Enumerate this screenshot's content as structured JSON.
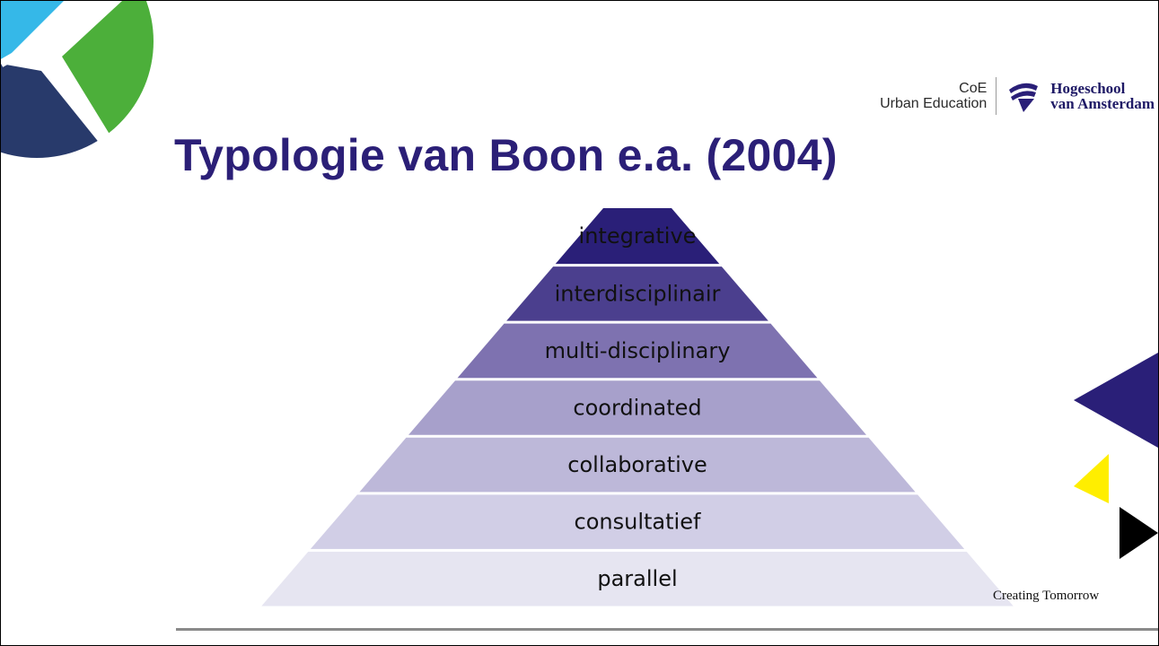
{
  "logo": {
    "coe_line1": "CoE",
    "coe_line2": "Urban Education",
    "hva_line1": "Hogeschool",
    "hva_line2": "van Amsterdam"
  },
  "title": "Typologie van Boon e.a. (2004)",
  "tagline": "Creating Tomorrow",
  "pyramid": {
    "layers": [
      {
        "label": "integrative",
        "color": "#2a1f78"
      },
      {
        "label": "interdisciplinair",
        "color": "#4b3f8e"
      },
      {
        "label": "multi-disciplinary",
        "color": "#7e72b0"
      },
      {
        "label": "coordinated",
        "color": "#a7a0cb"
      },
      {
        "label": "collaborative",
        "color": "#bdb8d9"
      },
      {
        "label": "consultatief",
        "color": "#d1cee6"
      },
      {
        "label": "parallel",
        "color": "#e6e5f1"
      }
    ]
  },
  "colors": {
    "brand_navy": "#2a1f78",
    "accent_green": "#4caf3a",
    "accent_blue": "#35b8e8",
    "accent_yellow": "#ffee00"
  }
}
